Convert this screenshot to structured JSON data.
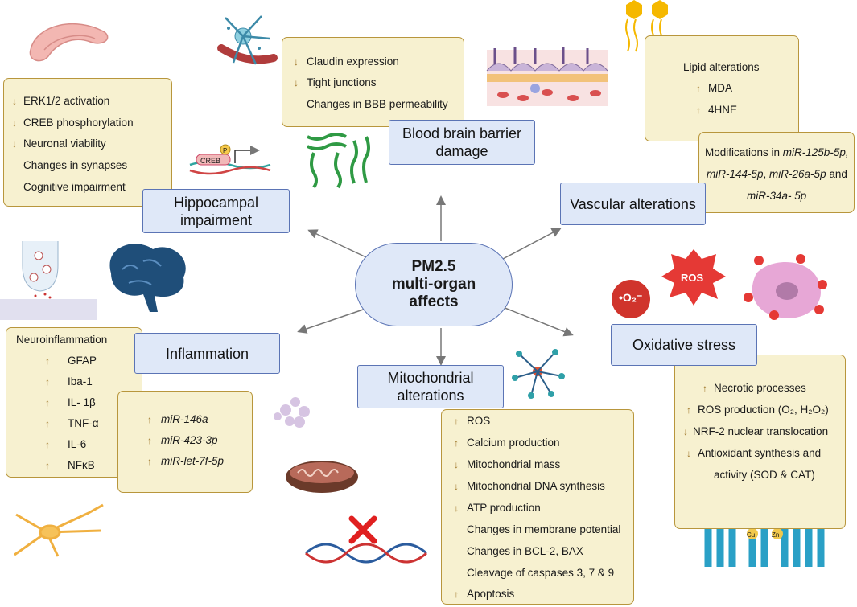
{
  "center": {
    "line1": "PM2.5",
    "line2": "multi-organ",
    "line3": "affects"
  },
  "nodes": {
    "blood_brain_barrier": [
      "Blood brain barrier",
      "damage"
    ],
    "hippocampal": [
      "Hippocampal",
      "impairment"
    ],
    "vascular": "Vascular alterations",
    "inflammation": "Inflammation",
    "mitochondrial": [
      "Mitochondrial",
      "alterations"
    ],
    "oxidative": "Oxidative stress"
  },
  "hippocampal_box": [
    "ERK1/2 activation",
    "CREB phosphorylation",
    "Neuronal viability",
    "Changes in synapses",
    "Cognitive impairment"
  ],
  "bbb_box": [
    "Claudin expression",
    "Tight junctions",
    "Changes in BBB permeability"
  ],
  "lipid_box": {
    "title": "Lipid alterations",
    "items": [
      "MDA",
      "4HNE"
    ]
  },
  "mirna_vascular": {
    "line1_prefix": "Modifications in ",
    "line1_mir": "miR-125b-5p,",
    "line2_a": "miR-144-5p",
    "line2_b": ", ",
    "line2_c": "miR-26a-5p",
    "line2_d": "  and",
    "line3": "miR-34a- 5p"
  },
  "neuro_box": {
    "title": "Neuroinflammation",
    "items": [
      "GFAP",
      "Iba-1",
      "IL- 1β",
      "TNF-α",
      "IL-6",
      "NFκB"
    ]
  },
  "mirna_inflam": [
    "miR-146a",
    "miR-423-3p",
    "miR-let-7f-5p"
  ],
  "mito_box": [
    "ROS",
    "Calcium production",
    "Mitochondrial mass",
    "Mitochondrial DNA synthesis",
    "ATP production",
    "Changes in membrane potential",
    "Changes in BCL-2, BAX",
    "Cleavage of caspases 3, 7 & 9",
    "Apoptosis"
  ],
  "oxid_box": [
    "Necrotic processes",
    "ROS production (O₂, H₂O₂)",
    "NRF-2 nuclear translocation",
    "Antioxidant synthesis and",
    "activity (SOD & CAT)"
  ],
  "icon_labels": {
    "creb": "CREB",
    "p": "P",
    "ros_burst": "ROS",
    "superoxide": "•O₂⁻",
    "cu": "Cu",
    "zn": "Zn"
  },
  "colors": {
    "box_fill": "#f7f1d0",
    "box_border": "#b8963c",
    "node_fill": "#dfe8f8",
    "node_border": "#5b74b5",
    "arrow_up": "#a0772a",
    "arrow_down": "#a0772a",
    "connector": "#777777"
  }
}
